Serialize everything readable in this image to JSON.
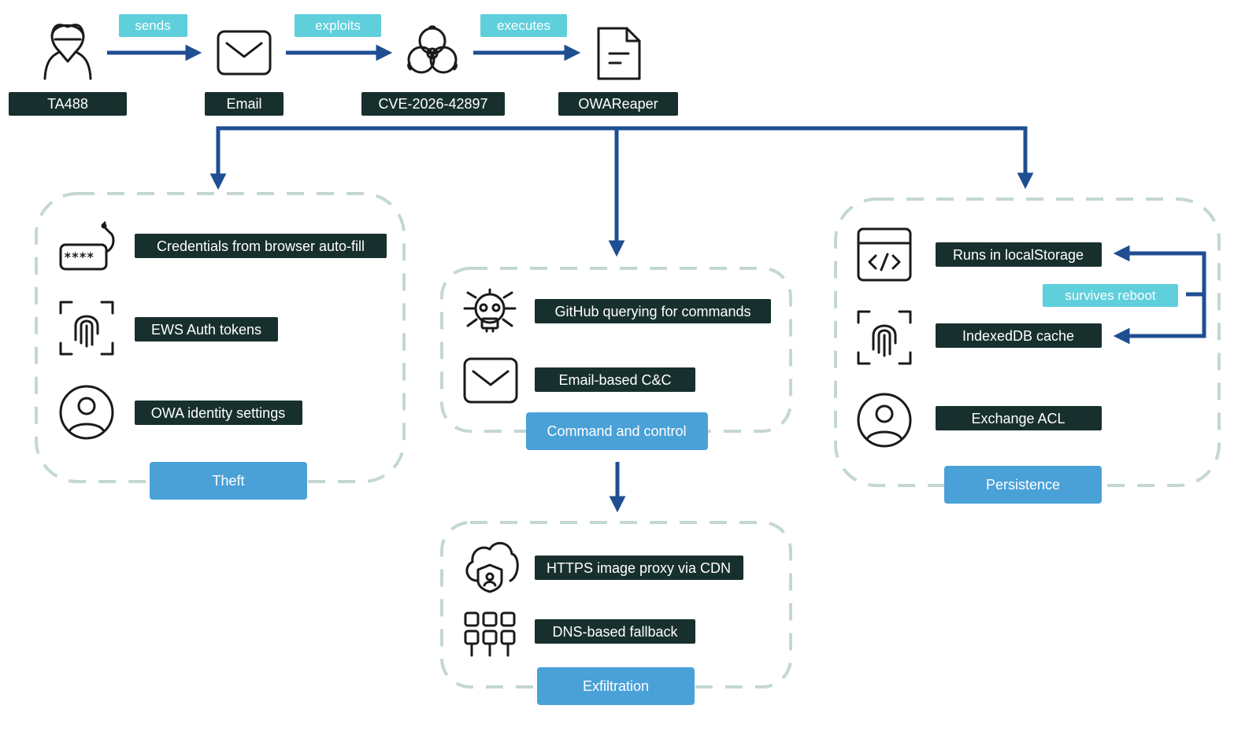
{
  "colors": {
    "node_bg": "#17302d",
    "edge_label_bg": "#5fcfdc",
    "group_label_bg": "#4aa1d8",
    "arrow": "#1f4e93",
    "dashed_border": "#c3d7d3"
  },
  "top_row": {
    "actor": {
      "label": "TA488",
      "icon": "hooded-hacker-icon"
    },
    "email": {
      "label": "Email",
      "icon": "envelope-icon"
    },
    "cve": {
      "label": "CVE-2026-42897",
      "icon": "biohazard-icon"
    },
    "payload": {
      "label": "OWAReaper",
      "icon": "document-icon"
    },
    "edges": {
      "sends": "sends",
      "exploits": "exploits",
      "executes": "executes"
    }
  },
  "theft": {
    "title": "Theft",
    "items": [
      {
        "label": "Credentials from browser auto-fill",
        "icon": "password-field-icon"
      },
      {
        "label": "EWS Auth tokens",
        "icon": "fingerprint-icon"
      },
      {
        "label": "OWA identity settings",
        "icon": "user-circle-icon"
      }
    ]
  },
  "c2": {
    "title": "Command and control",
    "items": [
      {
        "label": "GitHub querying for commands",
        "icon": "skull-bug-icon"
      },
      {
        "label": "Email-based C&C",
        "icon": "envelope-icon"
      }
    ]
  },
  "exfiltration": {
    "title": "Exfiltration",
    "items": [
      {
        "label": "HTTPS image proxy via CDN",
        "icon": "cloud-shield-icon"
      },
      {
        "label": "DNS-based fallback",
        "icon": "dns-grid-icon"
      }
    ]
  },
  "persistence": {
    "title": "Persistence",
    "items": [
      {
        "label": "Runs in localStorage",
        "icon": "code-window-icon"
      },
      {
        "label": "IndexedDB cache",
        "icon": "fingerprint-icon"
      },
      {
        "label": "Exchange ACL",
        "icon": "user-circle-icon"
      }
    ],
    "edge_label": "survives reboot"
  }
}
